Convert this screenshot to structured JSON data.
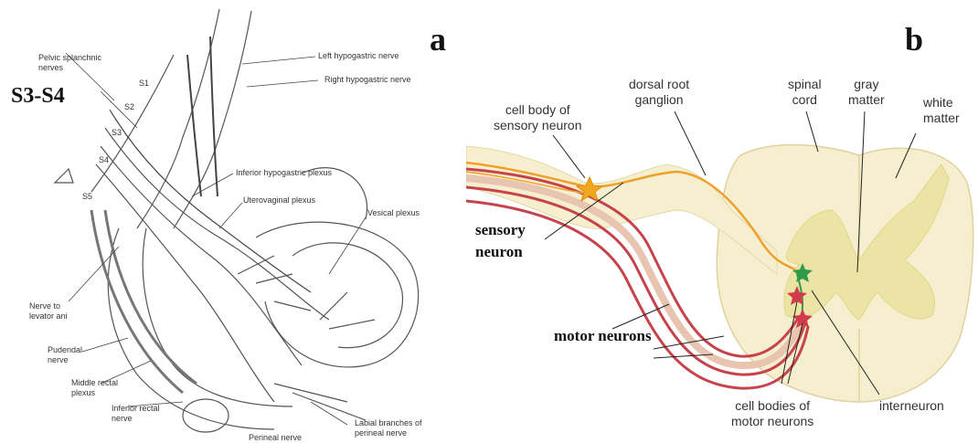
{
  "panel_a": {
    "letter": "a",
    "level_label": "S3-S4",
    "labels": {
      "pelvic_splanchnic": "Pelvic splanchnic\nnerves",
      "s1": "S1",
      "s2": "S2",
      "s3": "S3",
      "s4": "S4",
      "s5": "S5",
      "left_hypogastric": "Left hypogastric nerve",
      "right_hypogastric": "Right hypogastric nerve",
      "inferior_hypogastric": "Inferior hypogastric plexus",
      "uterovaginal": "Uterovaginal plexus",
      "vesical": "Vesical plexus",
      "nerve_levator": "Nerve to\nlevator ani",
      "pudendal": "Pudendal\nnerve",
      "middle_rectal": "Middle rectal\nplexus",
      "inferior_rectal": "Inferior rectal\nnerve",
      "perineal": "Perineal nerve",
      "labial": "Labial branches of\nperineal nerve"
    }
  },
  "panel_b": {
    "letter": "b",
    "labels": {
      "cell_body_sensory": "cell body of\nsensory neuron",
      "dorsal_root": "dorsal root\nganglion",
      "spinal_cord": "spinal\ncord",
      "gray_matter": "gray\nmatter",
      "white_matter": "white\nmatter",
      "sensory_neuron": "sensory\nneuron",
      "motor_neurons": "motor neurons",
      "cell_bodies_motor": "cell bodies of\nmotor neurons",
      "interneuron": "interneuron"
    },
    "colors": {
      "cord": "#f6efcf",
      "gray_matter": "#ebe4a4",
      "sensory_fiber": "#f0a028",
      "motor_fiber": "#c7434b",
      "inter_star": "#2f9a4a",
      "sensory_star": "#f2a81d"
    }
  }
}
